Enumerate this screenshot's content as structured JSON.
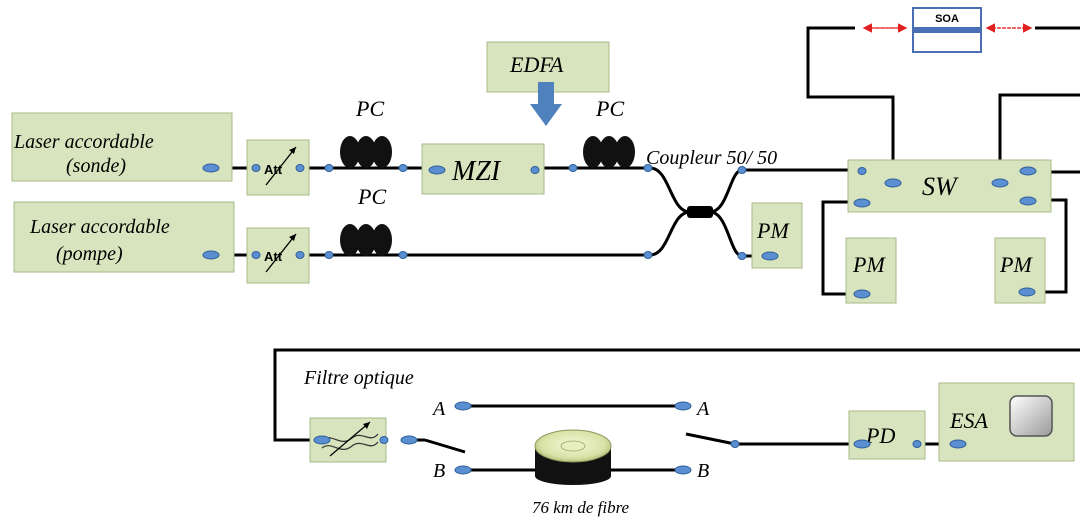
{
  "labels": {
    "laser_probe_line1": "Laser accordable",
    "laser_probe_line2": "(sonde)",
    "laser_pump_line1": "Laser accordable",
    "laser_pump_line2": "(pompe)",
    "att_top": "Att",
    "att_bottom": "Att",
    "pc_top_left": "PC",
    "pc_top_right": "PC",
    "pc_bottom": "PC",
    "edfa": "EDFA",
    "mzi": "MZI",
    "coupler": "Coupleur 50/ 50",
    "pm_center": "PM",
    "pm_left": "PM",
    "pm_right": "PM",
    "sw": "SW",
    "soa": "SOA",
    "filter": "Filtre   optique",
    "a_left": "A",
    "a_right": "A",
    "b_left": "B",
    "b_right": "B",
    "fiber": "76 km de fibre",
    "pd": "PD",
    "esa": "ESA"
  },
  "colors": {
    "box_fill": "#d7e4bd",
    "port": "#5b8fd1",
    "soa_border": "#4a6fb5",
    "arrow_edfa": "#4f81bd",
    "dashed_arrow": "#e02020"
  }
}
